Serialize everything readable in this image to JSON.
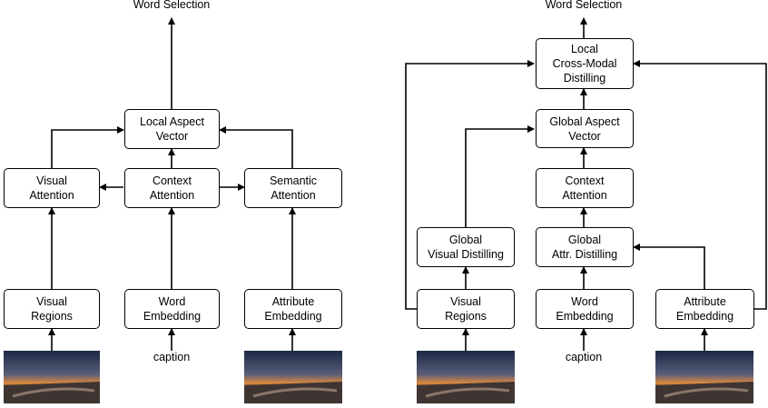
{
  "left": {
    "output": "Word Selection",
    "local_aspect_vector": "Local Aspect\nVector",
    "visual_attention": "Visual\nAttention",
    "context_attention": "Context\nAttention",
    "semantic_attention": "Semantic\nAttention",
    "visual_regions": "Visual\nRegions",
    "word_embedding": "Word\nEmbedding",
    "attribute_embedding": "Attribute\nEmbedding",
    "caption": "caption"
  },
  "right": {
    "output": "Word Selection",
    "local_cross_modal": "Local\nCross-Modal\nDistilling",
    "global_aspect_vector": "Global Aspect\nVector",
    "context_attention": "Context\nAttention",
    "global_visual_distilling": "Global\nVisual Distilling",
    "global_attr_distilling": "Global\nAttr. Distilling",
    "visual_regions": "Visual\nRegions",
    "word_embedding": "Word\nEmbedding",
    "attribute_embedding": "Attribute\nEmbedding",
    "caption": "caption"
  },
  "colors": {
    "stroke": "#000000",
    "sky_top": "#1d2a4a",
    "sky_glow": "#e08a3c",
    "ground": "#4a3f3a"
  }
}
